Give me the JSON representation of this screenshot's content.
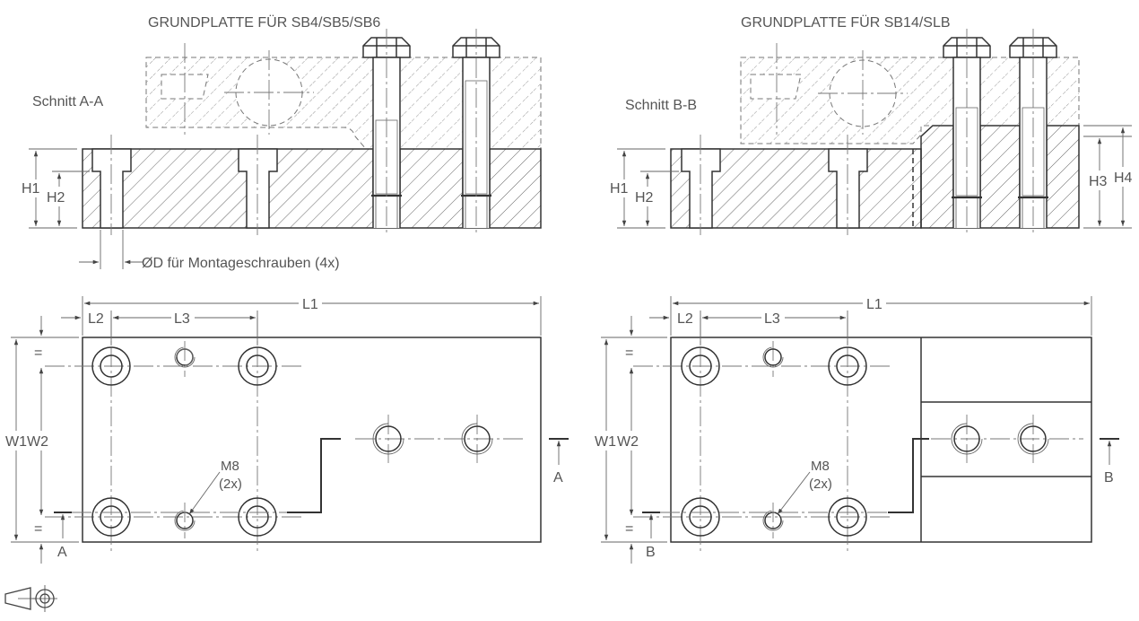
{
  "left_view": {
    "title": "GRUNDPLATTE FÜR SB4/SB5/SB6",
    "section_label": "Schnitt A-A",
    "dim_h1": "H1",
    "dim_h2": "H2",
    "diameter_note": "ØD für Montageschrauben (4x)",
    "dim_l1": "L1",
    "dim_l2": "L2",
    "dim_l3": "L3",
    "dim_w1": "W1",
    "dim_w2": "W2",
    "equal_mark": "=",
    "thread_label": "M8",
    "thread_count": "(2x)",
    "cut_letter": "A"
  },
  "right_view": {
    "title": "GRUNDPLATTE FÜR SB14/SLB",
    "section_label": "Schnitt B-B",
    "dim_h1": "H1",
    "dim_h2": "H2",
    "dim_h3": "H3",
    "dim_h4": "H4",
    "dim_l1": "L1",
    "dim_l2": "L2",
    "dim_l3": "L3",
    "dim_w1": "W1",
    "dim_w2": "W2",
    "equal_mark": "=",
    "thread_label": "M8",
    "thread_count": "(2x)",
    "cut_letter": "B"
  },
  "projection_symbol": "first-angle-projection-icon"
}
